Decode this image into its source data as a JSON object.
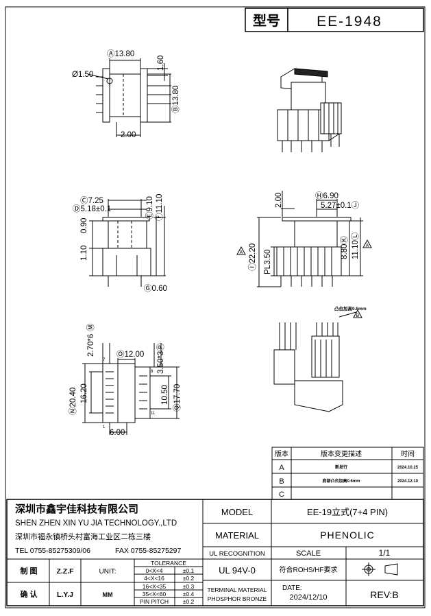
{
  "header": {
    "label_type": "型号",
    "part_number": "EE-1948"
  },
  "drawing": {
    "side_view": {
      "dim_a": "Ⓐ13.80",
      "dim_hole": "Ø1.50",
      "dim_160": "1.60",
      "dim_b": "Ⓑ13.80",
      "dim_200": "2.00"
    },
    "front_view": {
      "dim_c": "Ⓒ7.25",
      "dim_d": "Ⓓ5.18±0.1",
      "dim_090": "0.90",
      "dim_110": "1.10",
      "dim_e": "Ⓔ9.10",
      "dim_f": "Ⓕ11.10",
      "dim_g": "Ⓖ0.60"
    },
    "right_view": {
      "dim_200": "2.00",
      "dim_h": "Ⓗ6.90",
      "dim_j": "5.27±0.1Ⓙ",
      "dim_i": "Ⓘ22.20",
      "dim_pl": "PL3.50",
      "dim_k": "8.80Ⓚ",
      "dim_l": "11.10Ⓛ",
      "mark_a1": "A",
      "mark_a2": "A"
    },
    "bottom_view": {
      "dim_m": "Ⓜ",
      "dim_270": "2.70*6",
      "dim_o": "Ⓞ12.00",
      "dim_p": "3.50*3Ⓟ",
      "dim_n": "Ⓝ20.40",
      "dim_1620": "16.20",
      "dim_1050": "10.50",
      "dim_q": "Ⓠ17.70",
      "dim_600": "6.00",
      "pin_7": "7",
      "pin_8": "8",
      "pin_1": "1",
      "pin_11": "11"
    },
    "iso_note": {
      "text": "凸台加高0.6mm",
      "mark": "B"
    }
  },
  "revision_table": {
    "headers": [
      "版本",
      "版本变更描述",
      "时间"
    ],
    "rows": [
      {
        "ver": "A",
        "desc": "新发行",
        "date": "2024.10.25"
      },
      {
        "ver": "B",
        "desc": "底部凸台加高0.6mm",
        "date": "2024.12.10"
      },
      {
        "ver": "C",
        "desc": "",
        "date": ""
      }
    ]
  },
  "title_block": {
    "company_cn": "深圳市鑫宇佳科技有限公司",
    "company_en": "SHEN ZHEN XIN YU JIA TECHNOLOGY.,LTD",
    "address": "深圳市福永镇桥头村富海工业区二栋三楼",
    "tel": "TEL 0755-85275309/06",
    "fax": "FAX 0755-85275297",
    "model_label": "MODEL",
    "model_value": "EE-19立式(7+4 PIN)",
    "material_label": "MATERIAL",
    "material_value": "PHENOLIC",
    "ul_label": "UL RECOGNITION",
    "scale_label": "SCALE",
    "scale_value": "1/1",
    "ul_value": "UL 94V-0",
    "rohs": "符合ROHS/HF要求",
    "draw_label": "制 图",
    "draw_name": "Z.Z.F",
    "check_label": "确 认",
    "check_name": "L.Y.J",
    "unit_label": "UNIT:",
    "unit_value": "MM",
    "tolerance_title": "TOLERANCE",
    "tolerances": [
      {
        "range": "0<X<4",
        "tol": "±0.1"
      },
      {
        "range": "4<X<16",
        "tol": "±0.2"
      },
      {
        "range": "16<X<35",
        "tol": "±0.3"
      },
      {
        "range": "35<X<60",
        "tol": "±0.4"
      },
      {
        "range": "PIN PITCH",
        "tol": "±0.2"
      }
    ],
    "terminal_1": "TERMINAL MATERIAL",
    "terminal_2": "PHOSPHOR BRONZE",
    "date_label": "DATE:",
    "date_value": "2024/12/10",
    "rev": "REV:B"
  }
}
